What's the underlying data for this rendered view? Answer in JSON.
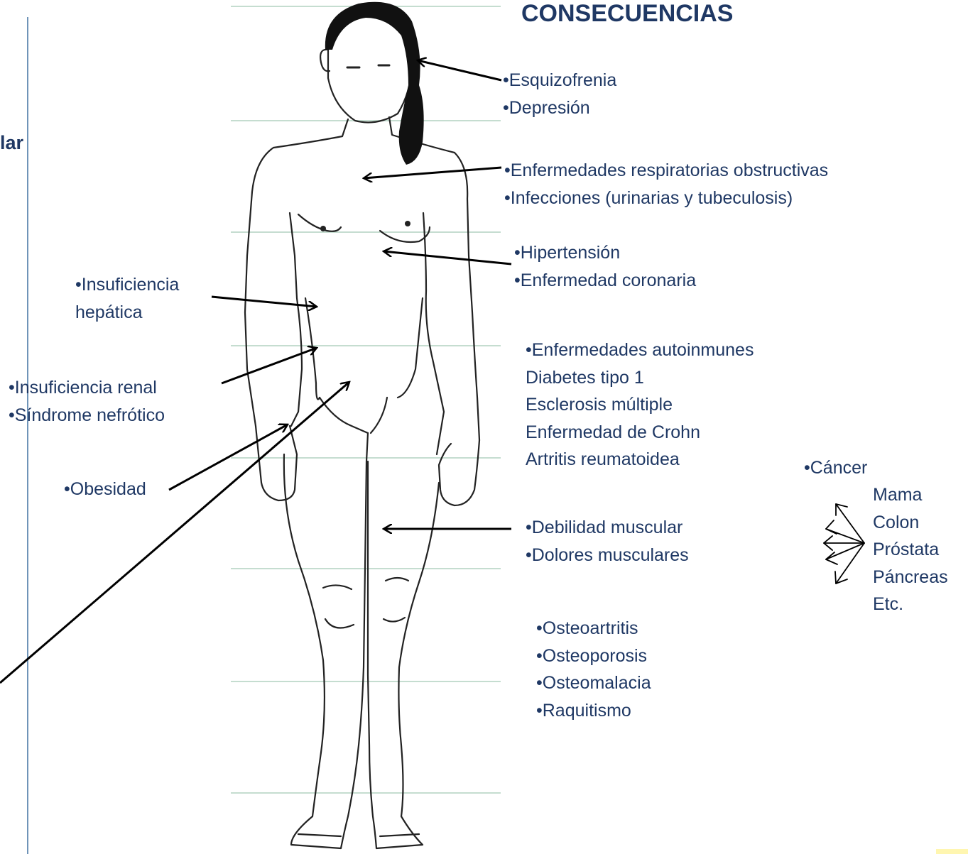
{
  "title": "CONSECUENCIAS",
  "cut_text": "lar",
  "labels": {
    "mental": [
      "•Esquizofrenia",
      "•Depresión"
    ],
    "respiratory": [
      "•Enfermedades respiratorias obstructivas",
      "•Infecciones  (urinarias y tubeculosis)"
    ],
    "cardio": [
      "•Hipertensión",
      "•Enfermedad coronaria"
    ],
    "autoimmune": [
      "•Enfermedades autoinmunes",
      "Diabetes tipo 1",
      "Esclerosis múltiple",
      "Enfermedad de Crohn",
      "Artritis reumatoidea"
    ],
    "liver": [
      "•Insuficiencia",
      "hepática"
    ],
    "kidney": [
      "•Insuficiencia  renal",
      "•Síndrome nefrótico"
    ],
    "obesity": [
      "•Obesidad"
    ],
    "muscle": [
      "•Debilidad muscular",
      "•Dolores musculares"
    ],
    "bone": [
      "•Osteoartritis",
      "•Osteoporosis",
      "•Osteomalacia",
      "•Raquitismo"
    ],
    "cancer": [
      "•Cáncer"
    ],
    "cancer_types": [
      "Mama",
      "Colon",
      "Próstata",
      "Páncreas",
      "Etc."
    ]
  },
  "colors": {
    "text": "#1f3864",
    "guide_lines": "#b8d4c4",
    "divider": "#6f94b8"
  }
}
